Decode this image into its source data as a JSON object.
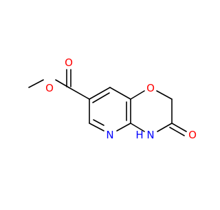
{
  "molecule": {
    "atom_labels": {
      "ester_single_o": "O",
      "ester_carbonyl_o": "O",
      "ring_o": "O",
      "lactam_carbonyl_o": "O",
      "ring_n": "N",
      "nh": "H"
    },
    "nh_label": "N",
    "colors": {
      "bond": "#000000",
      "oxygen": "#ff0000",
      "nitrogen": "#0000ff",
      "background": "#ffffff"
    }
  }
}
